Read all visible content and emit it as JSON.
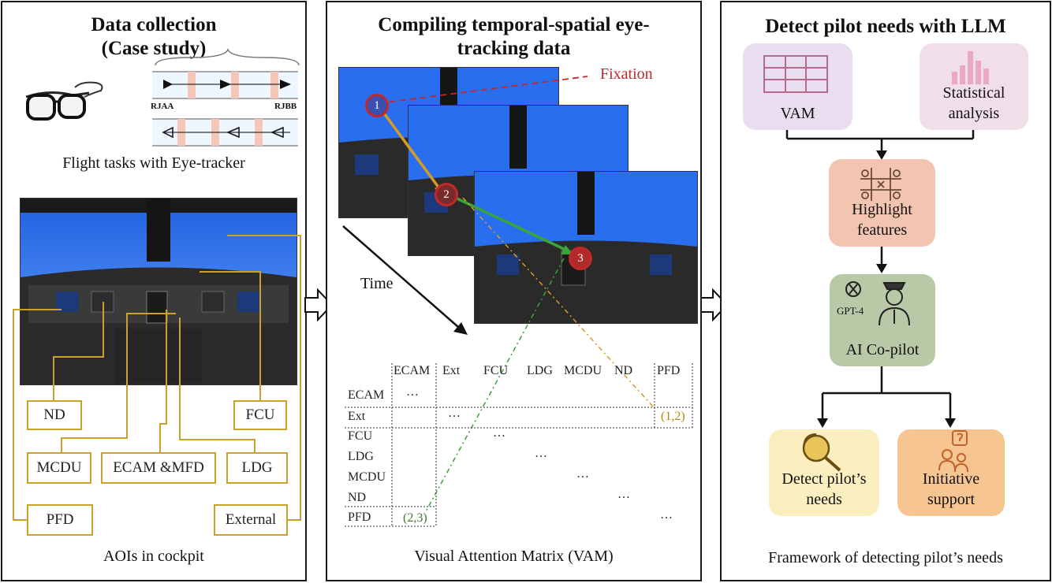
{
  "panel1": {
    "title_line1": "Data collection",
    "title_line2": "(Case study)",
    "flight_from": "RJAA",
    "flight_to": "RJBB",
    "flight_caption": "Flight tasks with Eye-tracker",
    "aoi_caption": "AOIs in cockpit",
    "aois": [
      "ND",
      "FCU",
      "MCDU",
      "ECAM &MFD",
      "LDG",
      "PFD",
      "External"
    ],
    "aoi_color": "#c9a227"
  },
  "panel2": {
    "title_line1": "Compiling temporal-spatial eye-",
    "title_line2": "tracking data",
    "fixation_label": "Fixation",
    "time_label": "Time",
    "fixations": [
      "1",
      "2",
      "3"
    ],
    "vam_columns": [
      "ECAM",
      "Ext",
      "FCU",
      "LDG",
      "MCDU",
      "ND",
      "PFD"
    ],
    "vam_rows": [
      "ECAM",
      "Ext",
      "FCU",
      "LDG",
      "MCDU",
      "ND",
      "PFD"
    ],
    "vam_dots": "…",
    "vam_cell_ext_pfd": "(1,2)",
    "vam_cell_pfd_ecam": "(2,3)",
    "caption": "Visual Attention Matrix (VAM)"
  },
  "panel3": {
    "title": "Detect pilot needs with LLM",
    "vam_label": "VAM",
    "stat_line1": "Statistical",
    "stat_line2": "analysis",
    "highlight_line1": "Highlight",
    "highlight_line2": "features",
    "gpt_label": "GPT-4",
    "copilot_label": "AI Co-pilot",
    "detect_line1": "Detect pilot’s",
    "detect_line2": "needs",
    "support_line1": "Initiative",
    "support_line2": "support",
    "caption": "Framework of detecting pilot’s needs"
  },
  "colors": {
    "fixation_red": "#c0282a",
    "arrow_gold": "#d79b22",
    "arrow_green": "#3aa33a",
    "vam_box": "#e9def0",
    "stat_box": "#f0dfe8",
    "highlight_box": "#f3c4b0",
    "copilot_box": "#b9c8a6",
    "detect_box": "#fbefc0",
    "support_box": "#f6c591"
  }
}
